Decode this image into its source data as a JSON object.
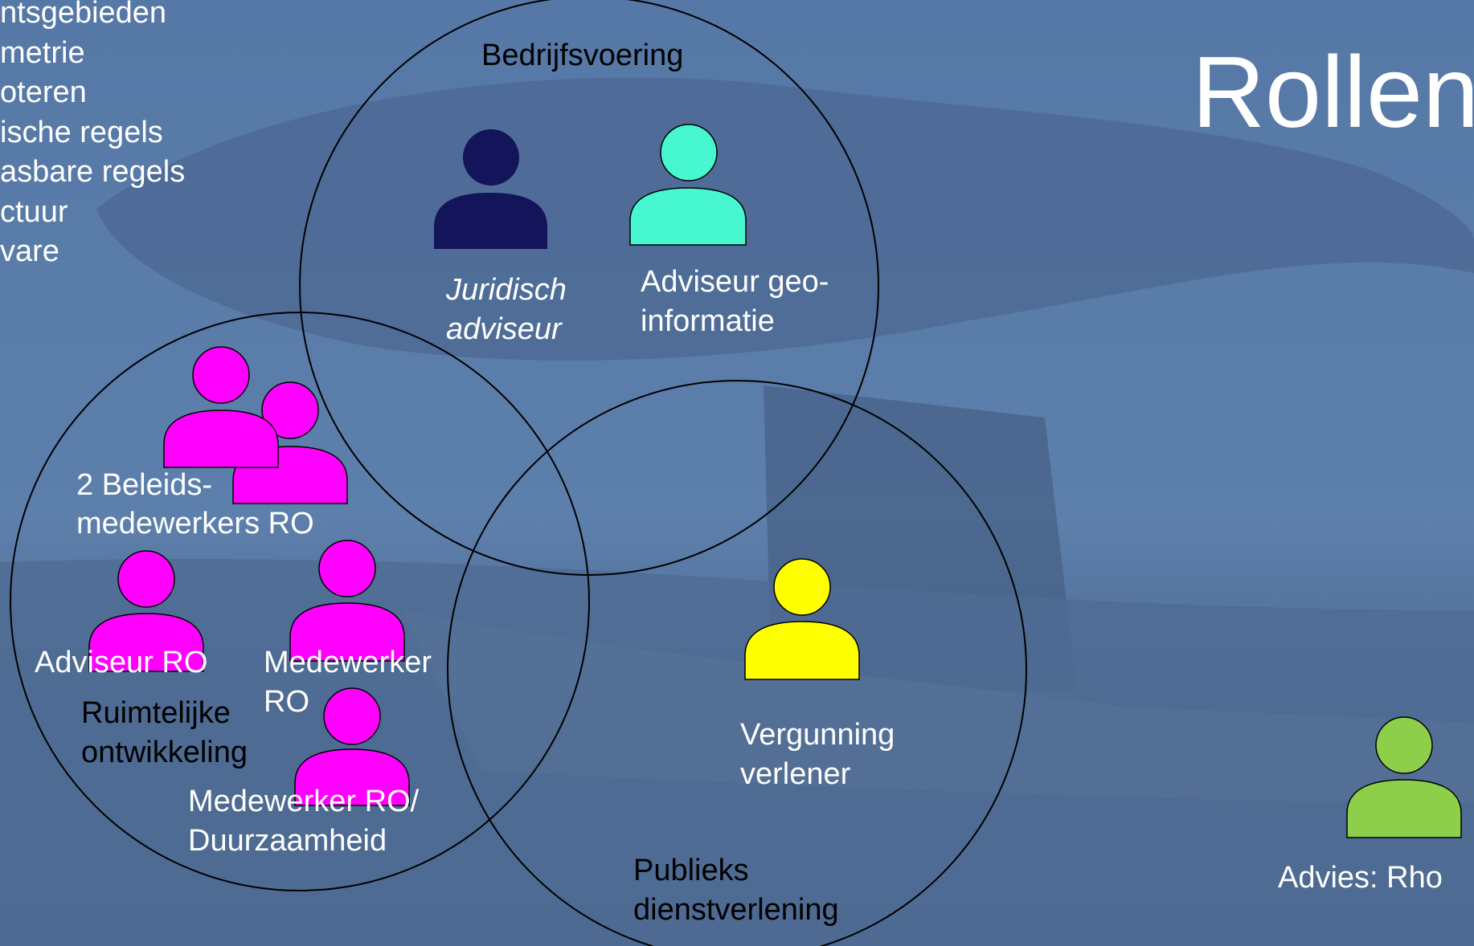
{
  "slide": {
    "title": "Rollen",
    "side_list": [
      "ntsgebieden",
      "metrie",
      "oteren",
      "ische regels",
      "asbare regels",
      "ctuur",
      "vare"
    ]
  },
  "circles": {
    "top_label": "Bedrijfsvoering",
    "left_label_1": "Ruimtelijke",
    "left_label_2": "ontwikkeling",
    "right_label_1": "Publieks",
    "right_label_2": "dienstverlening"
  },
  "roles": {
    "juridisch_1": "Juridisch",
    "juridisch_2": "adviseur",
    "geo_1": "Adviseur geo-",
    "geo_2": "informatie",
    "beleid_1": "2 Beleids-",
    "beleid_2": "medewerkers RO",
    "adviseur_ro": "Adviseur RO",
    "medewerker_ro_1": "Medewerker",
    "medewerker_ro_2": "RO",
    "duurzaam_1": "Medewerker RO/",
    "duurzaam_2": "Duurzaamheid",
    "vergunning_1": "Vergunning",
    "vergunning_2": "verlener",
    "rho": "Advies: Rho"
  },
  "colors": {
    "navy": "#14145a",
    "turquoise": "#47f7cf",
    "magenta": "#ff00ff",
    "yellow": "#ffff00",
    "green": "#8dcf4a",
    "background": "#4a6a94"
  }
}
